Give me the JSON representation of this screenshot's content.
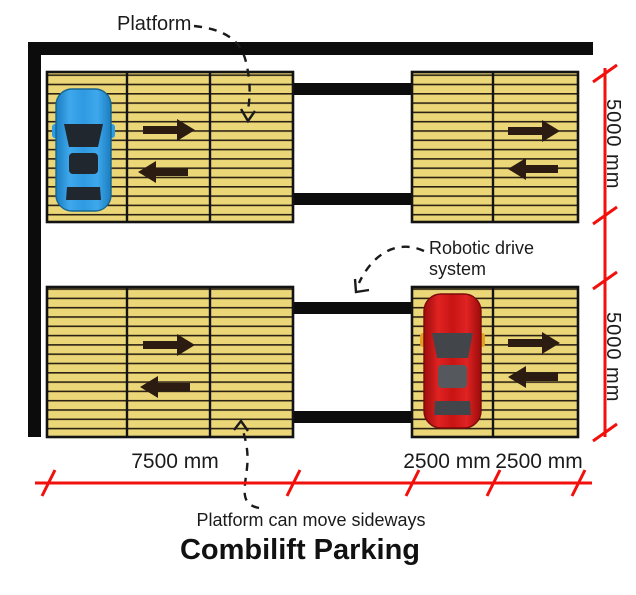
{
  "title": "Combilift Parking",
  "annotations": {
    "platform": "Platform",
    "robotic_line1": "Robotic drive",
    "robotic_line2": "system",
    "sideways": "Platform can move sideways"
  },
  "dimensions": {
    "vertical_top": "5000 mm",
    "vertical_bottom": "5000 mm",
    "horizontal_7500": "7500 mm",
    "horizontal_2500_a": "2500 mm",
    "horizontal_2500_b": "2500 mm"
  },
  "icons": {
    "right_arrow": "drive-in direction arrow",
    "left_arrow": "drive-out direction arrow",
    "blue_car": "blue car top view",
    "red_car": "red car top view",
    "dashed_leader": "dashed annotation arrow"
  },
  "colors": {
    "dimension_red": "#f2100d",
    "platform_yellow": "#ecd778",
    "plank_line_brown": "#2b2114",
    "structure_black": "#0c0c0c",
    "movement_arrow_dark": "#2b1b10",
    "car_blue": "#2f9ae2",
    "car_red": "#c81414"
  }
}
